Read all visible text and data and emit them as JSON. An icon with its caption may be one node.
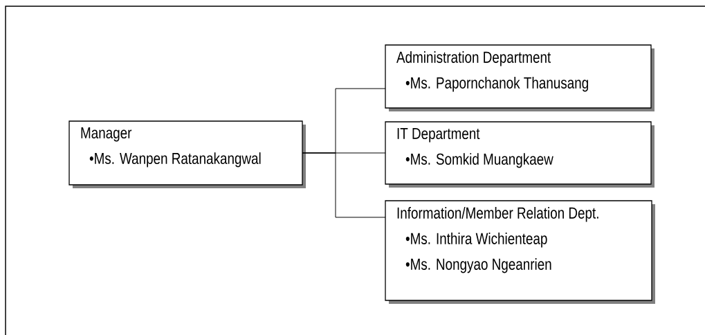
{
  "diagram": {
    "nodes": [
      {
        "text": [
          "Manager",
          "•Ms. Wanpen Ratanakangwal"
        ]
      },
      {
        "text": [
          "Administration Department",
          "•Ms. Papornchanok Thanusang"
        ]
      },
      {
        "text": [
          "IT Department",
          "•Ms. Somkid Muangkaew"
        ]
      },
      {
        "text": [
          "Information/Member Relation Dept.",
          "•Ms. Inthira Wichienteap",
          "•Ms. Nongyao Ngeanrien"
        ]
      }
    ],
    "edges": [
      {
        "from": 0,
        "to": 1,
        "arrow": "none"
      },
      {
        "from": 0,
        "to": 2,
        "arrow": "none"
      },
      {
        "from": 0,
        "to": 3,
        "arrow": "none"
      }
    ]
  }
}
